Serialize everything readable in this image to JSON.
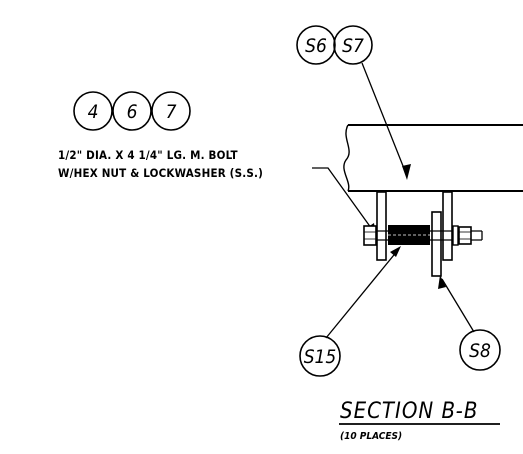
{
  "bubbles": {
    "s6": "S6",
    "s7": "S7",
    "b4": "4",
    "b6": "6",
    "b7": "7",
    "s15": "S15",
    "s8": "S8"
  },
  "note": {
    "line1": "1/2\" DIA. X 4 1/4\" LG. M. BOLT",
    "line2": "W/HEX NUT & LOCKWASHER (S.S.)"
  },
  "section": {
    "title": "SECTION B-B",
    "subtitle": "(10 PLACES)"
  }
}
